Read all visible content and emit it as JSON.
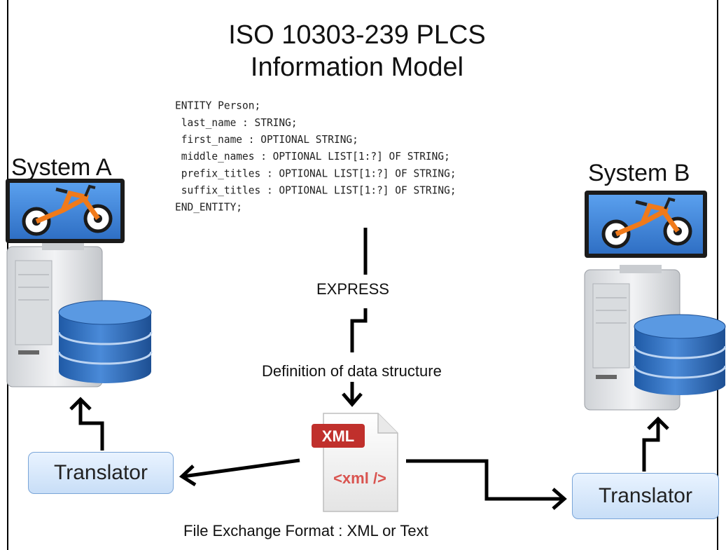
{
  "title": {
    "line1": "ISO 10303-239 PLCS",
    "line2": "Information Model"
  },
  "code": {
    "lines": [
      "ENTITY Person;",
      " last_name : STRING;",
      " first_name : OPTIONAL STRING;",
      " middle_names : OPTIONAL LIST[1:?] OF STRING;",
      " prefix_titles : OPTIONAL LIST[1:?] OF STRING;",
      " suffix_titles : OPTIONAL LIST[1:?] OF STRING;",
      "END_ENTITY;"
    ]
  },
  "labels": {
    "system_a": "System A",
    "system_b": "System B",
    "express": "EXPRESS",
    "definition": "Definition of data structure",
    "file_format": "File Exchange Format : XML or Text"
  },
  "translator_left": "Translator",
  "translator_right": "Translator",
  "xml_file": {
    "badge": "XML",
    "tag": "<xml />"
  },
  "colors": {
    "translator_fill": "#d8e8fb",
    "translator_border": "#7aa5d8",
    "database_blue": "#2f6bb5",
    "monitor_blue": "#3f82d6",
    "bike_orange": "#f07a1a",
    "xml_badge": "#c0302c",
    "xml_tag": "#d9534f"
  }
}
